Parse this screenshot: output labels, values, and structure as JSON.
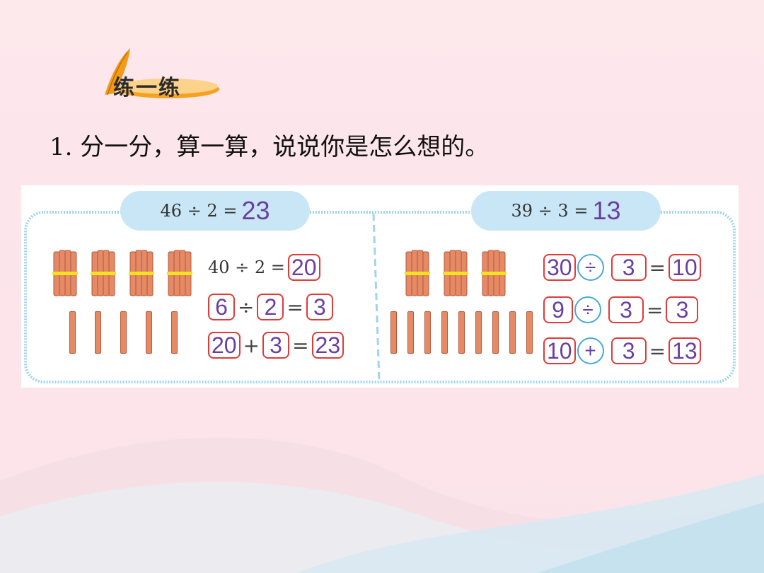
{
  "section": {
    "title": "练一练"
  },
  "question": {
    "text": "1. 分一分，算一算，说说你是怎么想的。"
  },
  "left": {
    "header_expr": "46 ÷ 2 =",
    "header_answer": "23",
    "row1": {
      "expr": "40 ÷ 2 =",
      "ans": "20"
    },
    "row2": {
      "a": "6",
      "op": "÷",
      "b": "2",
      "eq": "=",
      "c": "3"
    },
    "row3": {
      "a": "20",
      "op": "+",
      "b": "3",
      "eq": "=",
      "c": "23"
    }
  },
  "right": {
    "header_expr": "39 ÷ 3 =",
    "header_answer": "13",
    "row1": {
      "a": "30",
      "op": "÷",
      "b": "3",
      "eq": "=",
      "c": "10"
    },
    "row2": {
      "a": "9",
      "op": "÷",
      "b": "3",
      "eq": "=",
      "c": "3"
    },
    "row3": {
      "a": "10",
      "op": "+",
      "b": "3",
      "eq": "=",
      "c": "13"
    }
  },
  "colors": {
    "box_border": "#e03a3a",
    "circle_border": "#49a8d8",
    "answer": "#6b3fa0",
    "header_bg": "#c8e6f5",
    "stick": "#e58a65"
  }
}
